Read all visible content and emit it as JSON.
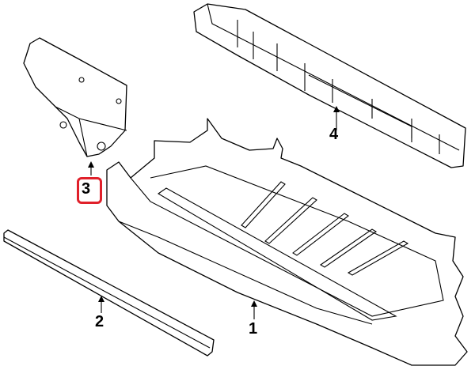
{
  "diagram": {
    "callouts": [
      {
        "id": "1",
        "label": "1"
      },
      {
        "id": "2",
        "label": "2"
      },
      {
        "id": "3",
        "label": "3",
        "highlighted": true
      },
      {
        "id": "4",
        "label": "4"
      }
    ],
    "highlight_color": "#e0202a"
  }
}
